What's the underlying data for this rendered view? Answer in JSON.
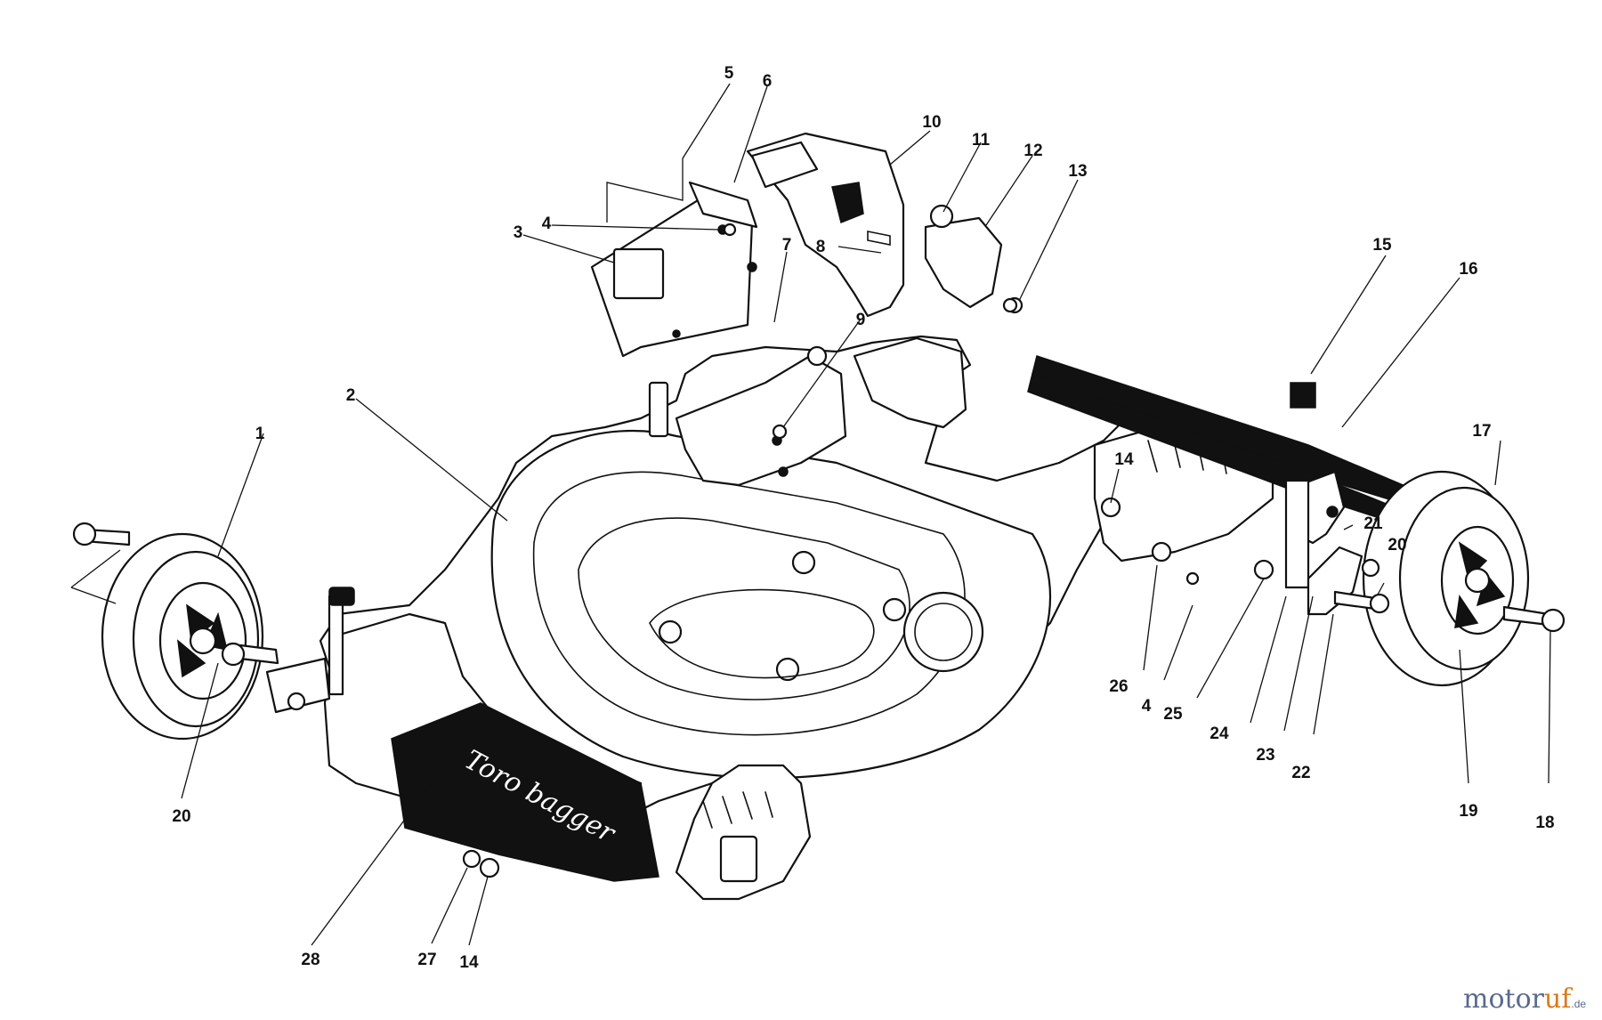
{
  "diagram": {
    "type": "exploded-parts-view",
    "decal_text": "Toro bagger",
    "decal_brand_fragment": "To",
    "watermark": {
      "part1": "motor",
      "part2": "uf",
      "suffix": ".de"
    },
    "callouts": [
      {
        "id": "c-1",
        "label": "1"
      },
      {
        "id": "c-2",
        "label": "2"
      },
      {
        "id": "c-3",
        "label": "3"
      },
      {
        "id": "c-4a",
        "label": "4"
      },
      {
        "id": "c-5",
        "label": "5"
      },
      {
        "id": "c-6",
        "label": "6"
      },
      {
        "id": "c-7",
        "label": "7"
      },
      {
        "id": "c-8",
        "label": "8"
      },
      {
        "id": "c-9",
        "label": "9"
      },
      {
        "id": "c-10",
        "label": "10"
      },
      {
        "id": "c-11",
        "label": "11"
      },
      {
        "id": "c-12",
        "label": "12"
      },
      {
        "id": "c-13",
        "label": "13"
      },
      {
        "id": "c-14a",
        "label": "14"
      },
      {
        "id": "c-15",
        "label": "15"
      },
      {
        "id": "c-16",
        "label": "16"
      },
      {
        "id": "c-17",
        "label": "17"
      },
      {
        "id": "c-18",
        "label": "18"
      },
      {
        "id": "c-19",
        "label": "19"
      },
      {
        "id": "c-20a",
        "label": "20"
      },
      {
        "id": "c-20b",
        "label": "20"
      },
      {
        "id": "c-21",
        "label": "21"
      },
      {
        "id": "c-22",
        "label": "22"
      },
      {
        "id": "c-23",
        "label": "23"
      },
      {
        "id": "c-24",
        "label": "24"
      },
      {
        "id": "c-25",
        "label": "25"
      },
      {
        "id": "c-4b",
        "label": "4"
      },
      {
        "id": "c-26",
        "label": "26"
      },
      {
        "id": "c-27",
        "label": "27"
      },
      {
        "id": "c-14b",
        "label": "14"
      },
      {
        "id": "c-28",
        "label": "28"
      }
    ]
  }
}
